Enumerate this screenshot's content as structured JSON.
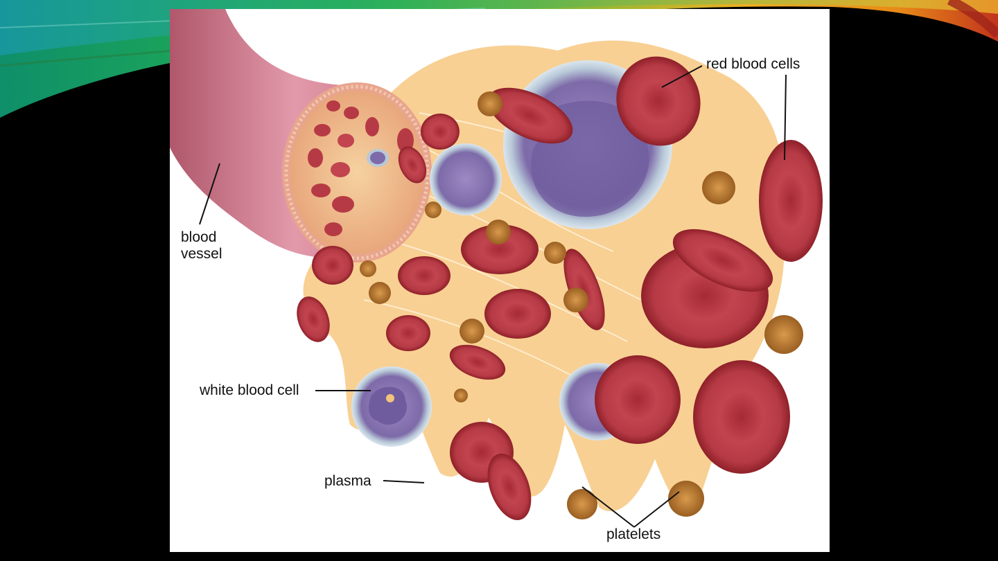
{
  "slide": {
    "background_color": "#000000",
    "panel_color": "#ffffff",
    "decoration": "green-blue-orange-swoosh"
  },
  "diagram": {
    "labels": {
      "blood_vessel_line1": "blood",
      "blood_vessel_line2": "vessel",
      "red_blood_cells": "red blood cells",
      "white_blood_cell": "white blood cell",
      "plasma": "plasma",
      "platelets": "platelets"
    },
    "colors": {
      "vessel": "#c76a7e",
      "red_blood_cell": "#b8343f",
      "white_blood_cell": "#8a78b4",
      "plasma": "#f7c880",
      "platelet": "#b8782f"
    }
  }
}
